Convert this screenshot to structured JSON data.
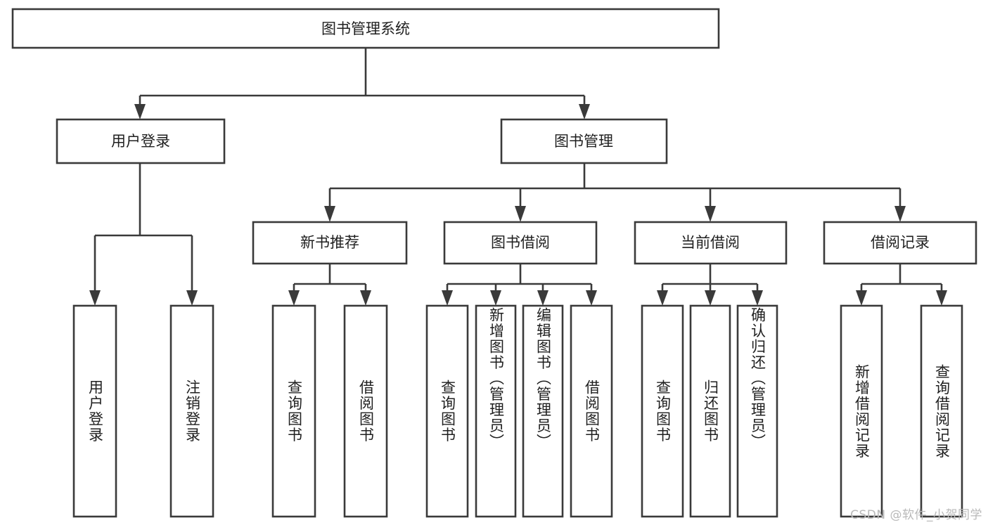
{
  "diagram": {
    "type": "tree",
    "title": "图书管理系统",
    "watermark": "CSDN @软件_小贺同学",
    "colors": {
      "background": "#ffffff",
      "stroke": "#3a3a3a",
      "node_fill": "#ffffff",
      "text": "#1f1f1f",
      "watermark": "#b9b9b9"
    },
    "root": {
      "label": "图书管理系统"
    },
    "level2": [
      {
        "label": "用户登录"
      },
      {
        "label": "图书管理"
      }
    ],
    "level3": [
      {
        "label": "新书推荐"
      },
      {
        "label": "图书借阅"
      },
      {
        "label": "当前借阅"
      },
      {
        "label": "借阅记录"
      }
    ],
    "leaves": {
      "user_login": [
        {
          "label": "用户登录"
        },
        {
          "label": "注销登录"
        }
      ],
      "new_book": [
        {
          "label": "查询图书"
        },
        {
          "label": "借阅图书"
        }
      ],
      "book_borrow": [
        {
          "label": "查询图书"
        },
        {
          "label": "新增图书（管理员）"
        },
        {
          "label": "编辑图书（管理员）"
        },
        {
          "label": "借阅图书"
        }
      ],
      "current_borrow": [
        {
          "label": "查询图书"
        },
        {
          "label": "归还图书"
        },
        {
          "label": "确认归还（管理员）"
        }
      ],
      "borrow_record": [
        {
          "label": "新增借阅记录"
        },
        {
          "label": "查询借阅记录"
        }
      ]
    }
  }
}
